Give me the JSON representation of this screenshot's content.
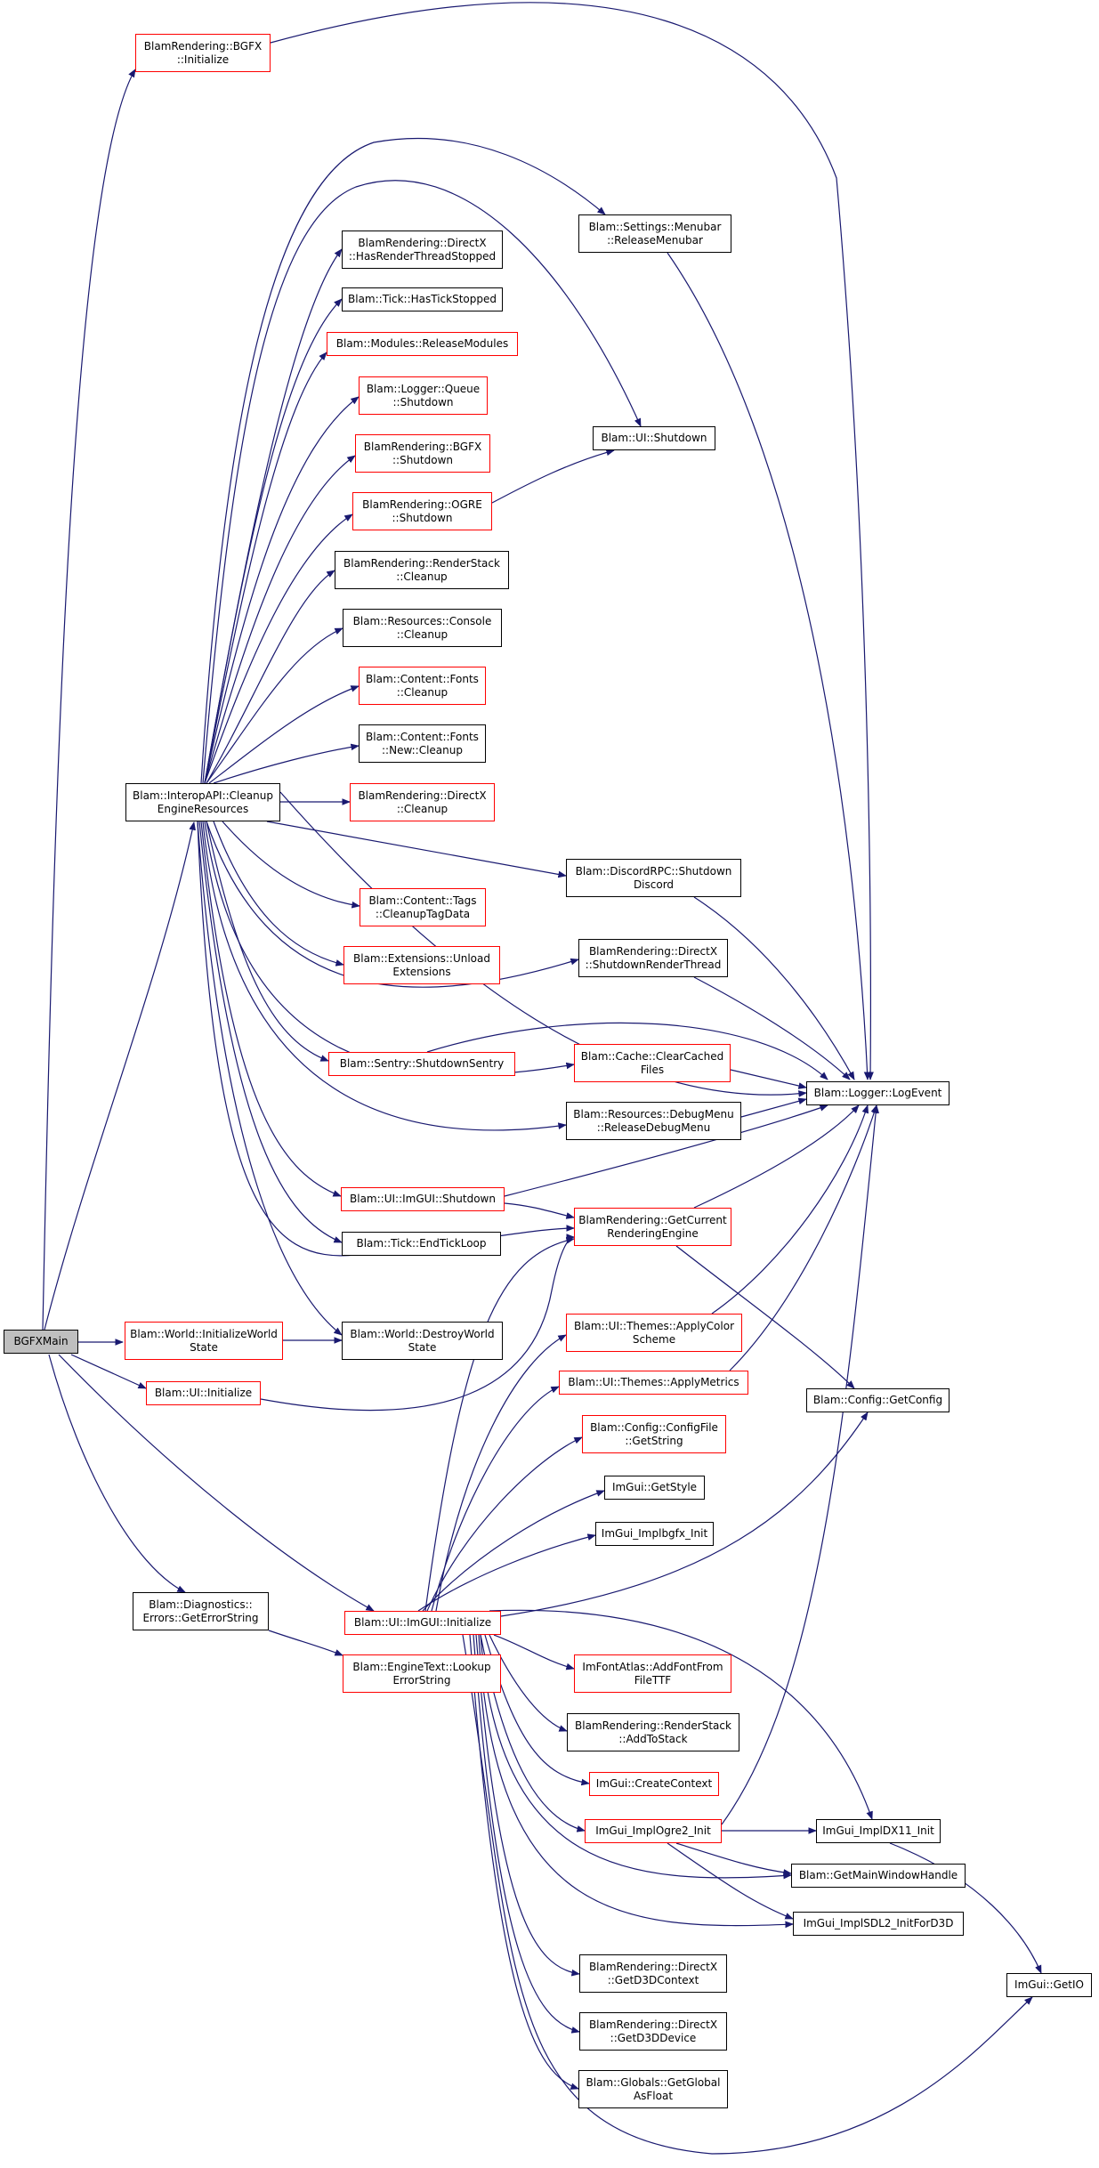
{
  "colors": {
    "edge": "#191970",
    "undocumented_border": "#ff0000",
    "documented_border": "#000000",
    "root_fill": "#bfbfbf"
  },
  "nodes": {
    "bgfxmain": "BGFXMain",
    "bgfx_initialize": "BlamRendering::BGFX\n::Initialize",
    "settings_menubar_release": "Blam::Settings::Menubar\n::ReleaseMenubar",
    "directx_hasrenderthreadstopped": "BlamRendering::DirectX\n::HasRenderThreadStopped",
    "tick_hastickstopped": "Blam::Tick::HasTickStopped",
    "modules_releasemodules": "Blam::Modules::ReleaseModules",
    "logger_queue_shutdown": "Blam::Logger::Queue\n::Shutdown",
    "bgfx_shutdown": "BlamRendering::BGFX\n::Shutdown",
    "ui_shutdown": "Blam::UI::Shutdown",
    "ogre_shutdown": "BlamRendering::OGRE\n::Shutdown",
    "renderstack_cleanup": "BlamRendering::RenderStack\n::Cleanup",
    "resources_console_cleanup": "Blam::Resources::Console\n::Cleanup",
    "content_fonts_cleanup": "Blam::Content::Fonts\n::Cleanup",
    "content_fonts_new_cleanup": "Blam::Content::Fonts\n::New::Cleanup",
    "interopapi_cleanup": "Blam::InteropAPI::Cleanup\nEngineResources",
    "directx_cleanup": "BlamRendering::DirectX\n::Cleanup",
    "discordrpc_shutdown": "Blam::DiscordRPC::Shutdown\nDiscord",
    "content_tags_cleanup": "Blam::Content::Tags\n::CleanupTagData",
    "extensions_unload": "Blam::Extensions::Unload\nExtensions",
    "directx_shutdownrenderthread": "BlamRendering::DirectX\n::ShutdownRenderThread",
    "sentry_shutdown": "Blam::Sentry::ShutdownSentry",
    "cache_clearcachedfiles": "Blam::Cache::ClearCached\nFiles",
    "logger_logevent": "Blam::Logger::LogEvent",
    "resources_debugmenu_release": "Blam::Resources::DebugMenu\n::ReleaseDebugMenu",
    "ui_imgui_shutdown": "Blam::UI::ImGUI::Shutdown",
    "getcurrentrenderingengine": "BlamRendering::GetCurrent\nRenderingEngine",
    "tick_endtickloop": "Blam::Tick::EndTickLoop",
    "world_initializeworldstate": "Blam::World::InitializeWorld\nState",
    "world_destroyworldstate": "Blam::World::DestroyWorld\nState",
    "ui_themes_applycolorscheme": "Blam::UI::Themes::ApplyColor\nScheme",
    "ui_initialize": "Blam::UI::Initialize",
    "ui_themes_applymetrics": "Blam::UI::Themes::ApplyMetrics",
    "config_getconfig": "Blam::Config::GetConfig",
    "config_configfile_getstring": "Blam::Config::ConfigFile\n::GetString",
    "imgui_getstyle": "ImGui::GetStyle",
    "imgui_implbgfx_init": "ImGui_Implbgfx_Init",
    "diagnostics_geterrorstring": "Blam::Diagnostics::\nErrors::GetErrorString",
    "ui_imgui_initialize": "Blam::UI::ImGUI::Initialize",
    "enginetext_lookuperrorstring": "Blam::EngineText::Lookup\nErrorString",
    "imfontatlas_addfontfromfilettf": "ImFontAtlas::AddFontFrom\nFileTTF",
    "renderstack_addtostack": "BlamRendering::RenderStack\n::AddToStack",
    "imgui_createcontext": "ImGui::CreateContext",
    "imgui_implogre2_init": "ImGui_ImplOgre2_Init",
    "imgui_impldx11_init": "ImGui_ImplDX11_Init",
    "getmainwindowhandle": "Blam::GetMainWindowHandle",
    "imgui_implsdl2_initford3d": "ImGui_ImplSDL2_InitForD3D",
    "directx_getd3dcontext": "BlamRendering::DirectX\n::GetD3DContext",
    "imgui_getio": "ImGui::GetIO",
    "directx_getd3ddevice": "BlamRendering::DirectX\n::GetD3DDevice",
    "globals_getglobalasfloat": "Blam::Globals::GetGlobal\nAsFloat"
  }
}
